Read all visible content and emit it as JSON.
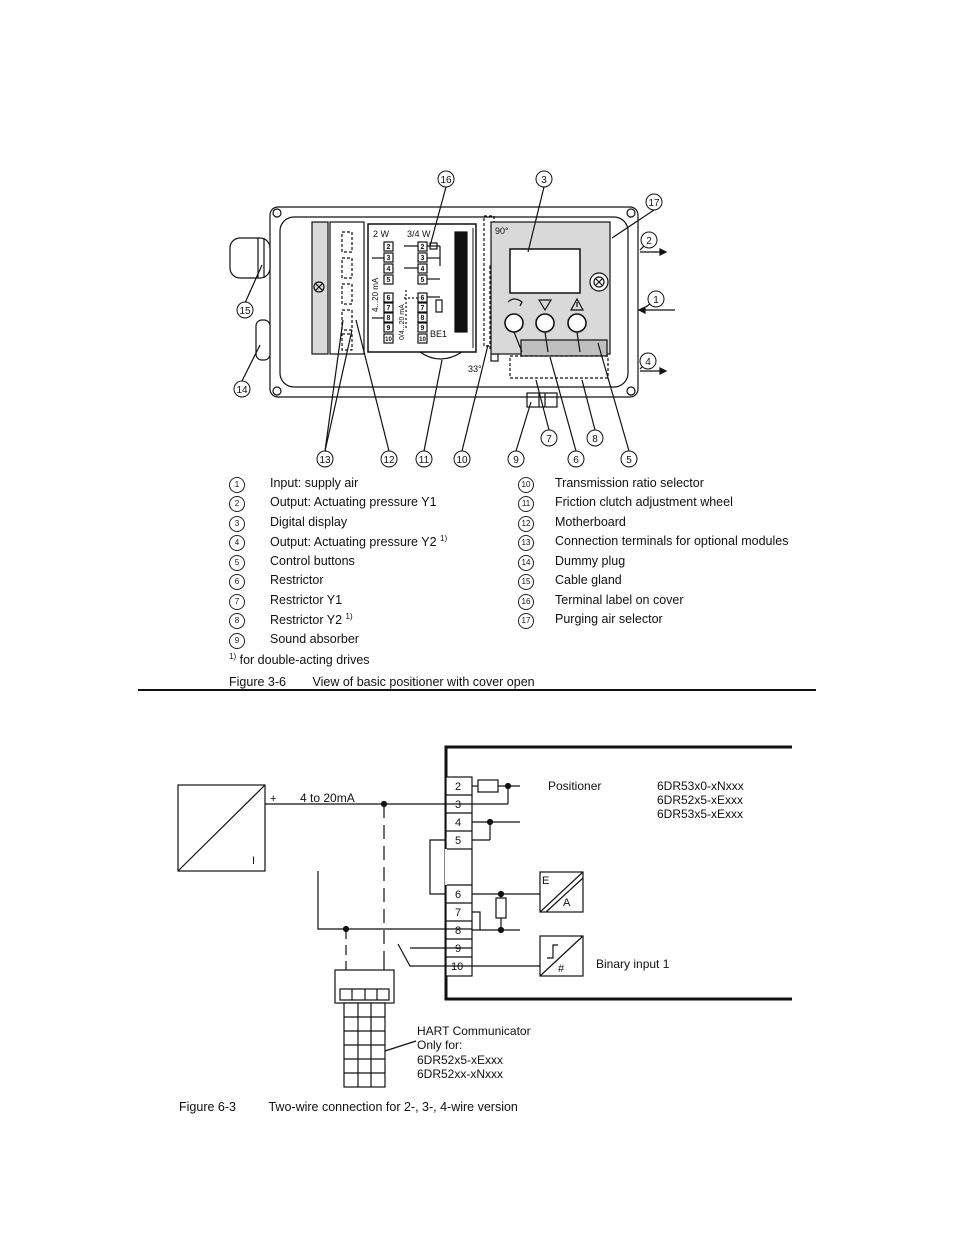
{
  "figure_top": {
    "callouts": {
      "c1": "1",
      "c2": "2",
      "c3": "3",
      "c4": "4",
      "c5": "5",
      "c6": "6",
      "c7": "7",
      "c8": "8",
      "c9": "9",
      "c10": "10",
      "c11": "11",
      "c12": "12",
      "c13": "13",
      "c14": "14",
      "c15": "15",
      "c16": "16",
      "c17": "17"
    },
    "labels": {
      "two_w": "2 W",
      "three_four_w": "3/4 W",
      "range_a": "4...20 mA",
      "range_b": "0/4...20 mA",
      "be1": "BE1",
      "angle_90": "90°",
      "angle_33": "33°",
      "t_2": "2",
      "t_3": "3",
      "t_4": "4",
      "t_5": "5",
      "t_6": "6",
      "t_7": "7",
      "t_8": "8",
      "t_9": "9",
      "t_10": "10",
      "r_2": "2",
      "r_3": "3",
      "r_4": "4",
      "r_5": "5",
      "r_6": "6",
      "r_7": "7",
      "r_8": "8",
      "r_9": "9",
      "r_10": "10"
    },
    "legend_left": [
      {
        "num": "1",
        "text": "Input: supply air"
      },
      {
        "num": "2",
        "text": "Output: Actuating pressure Y1"
      },
      {
        "num": "3",
        "text": "Digital display"
      },
      {
        "num": "4",
        "text": "Output: Actuating pressure Y2",
        "sup": "1)"
      },
      {
        "num": "5",
        "text": "Control buttons"
      },
      {
        "num": "6",
        "text": "Restrictor"
      },
      {
        "num": "7",
        "text": "Restrictor Y1"
      },
      {
        "num": "8",
        "text": "Restrictor Y2",
        "sup": "1)"
      },
      {
        "num": "9",
        "text": "Sound absorber"
      }
    ],
    "legend_right": [
      {
        "num": "10",
        "text": "Transmission ratio selector"
      },
      {
        "num": "11",
        "text": "Friction clutch adjustment wheel"
      },
      {
        "num": "12",
        "text": "Motherboard"
      },
      {
        "num": "13",
        "text": "Connection terminals for optional modules"
      },
      {
        "num": "14",
        "text": "Dummy plug"
      },
      {
        "num": "15",
        "text": "Cable gland"
      },
      {
        "num": "16",
        "text": "Terminal label on cover"
      },
      {
        "num": "17",
        "text": "Purging air selector"
      }
    ],
    "footnote_sup": "1)",
    "footnote_text": "for double-acting drives",
    "caption_num": "Figure 3-6",
    "caption_text": "View of basic positioner with cover open"
  },
  "figure_bottom": {
    "plus": "+",
    "current_label": "4 to 20mA",
    "source_i": "I",
    "positioner_label": "Positioner",
    "models": [
      "6DR53x0-xNxxx",
      "6DR52x5-xExxx",
      "6DR53x5-xExxx"
    ],
    "terminals": [
      "2",
      "3",
      "4",
      "5",
      "6",
      "7",
      "8",
      "9",
      "10"
    ],
    "ea_e": "E",
    "ea_a": "A",
    "binary_input": "Binary input 1",
    "hart_title": "HART Communicator",
    "hart_only": "Only for:",
    "hart_models": [
      "6DR52x5-xExxx",
      "6DR52xx-xNxxx"
    ],
    "caption_num": "Figure 6-3",
    "caption_text": "Two-wire connection for 2-, 3-, 4-wire version"
  },
  "colors": {
    "ink": "#111111",
    "housing_fill": "#ffffff",
    "panel_fill": "#d9d9d9",
    "dark_panel": "#bfbfbf"
  }
}
